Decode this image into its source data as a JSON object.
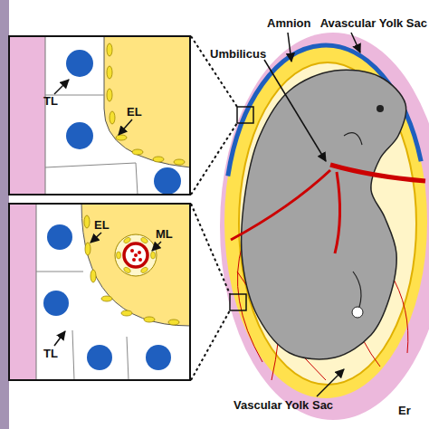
{
  "diagram": {
    "labels": [
      "TL",
      "EL",
      "EL",
      "ML",
      "TL",
      "Amnion",
      "Avascular Yolk Sac",
      "Umbilicus",
      "Vascular Yolk Sac",
      "Er"
    ]
  }
}
